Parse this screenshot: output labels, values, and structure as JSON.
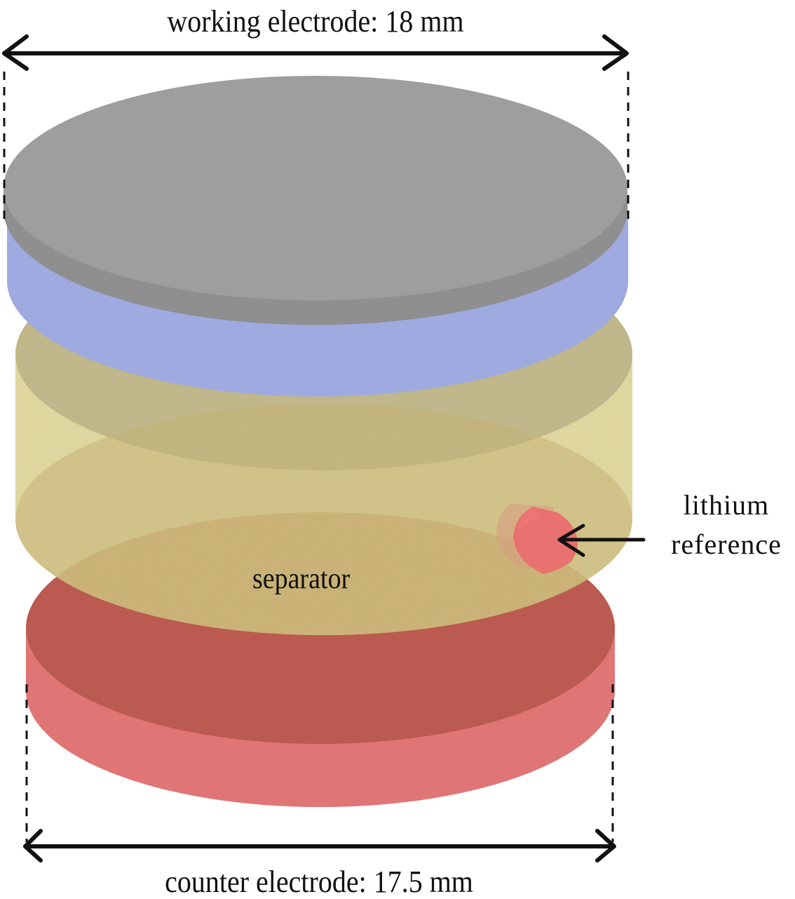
{
  "figure": {
    "type": "three-electrode cell schematic",
    "labels": {
      "working_electrode": "working electrode: 18 mm",
      "counter_electrode": "counter electrode: 17.5 mm",
      "separator": "separator",
      "reference_line1": "lithium",
      "reference_line2": "reference"
    },
    "components": [
      {
        "name": "working electrode",
        "diameter_mm": 18,
        "colors": {
          "top_face": "#9e9e9e",
          "rim": "#8f8f8f",
          "coating": "#9eaae0"
        }
      },
      {
        "name": "separator",
        "colors": {
          "body": "#d6cc8a",
          "shadow": "#b8ad7e"
        }
      },
      {
        "name": "lithium reference",
        "colors": {
          "body": "#e9706e"
        }
      },
      {
        "name": "counter electrode",
        "diameter_mm": 17.5,
        "colors": {
          "top_face": "#b9584f",
          "side": "#e07676"
        }
      }
    ],
    "dimension_arrows": [
      {
        "target": "working electrode",
        "value": "18 mm"
      },
      {
        "target": "counter electrode",
        "value": "17.5 mm"
      }
    ]
  }
}
